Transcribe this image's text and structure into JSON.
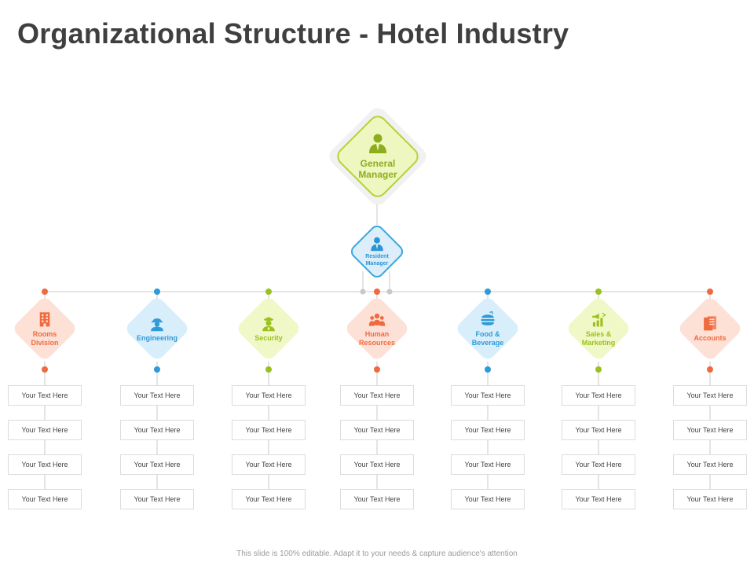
{
  "title": "Organizational Structure - Hotel Industry",
  "footer": "This slide is 100% editable. Adapt it to your needs & capture audience's attention",
  "top_node": {
    "label": "General Manager",
    "icon": "manager-icon",
    "fill": "#eef7bf",
    "border": "#b5d336",
    "text_color": "#8cae1c"
  },
  "second_node": {
    "label": "Resident Manager",
    "icon": "resident-manager-icon",
    "fill": "#dbeefa",
    "border": "#3aa6df",
    "text_color": "#2c96d3"
  },
  "departments": [
    {
      "label": "Rooms Division",
      "icon": "building-icon",
      "fill": "#fde0d6",
      "accent": "#ef6b3f",
      "items": [
        "Your Text Here",
        "Your Text Here",
        "Your Text Here",
        "Your Text Here"
      ]
    },
    {
      "label": "Engineering",
      "icon": "engineer-icon",
      "fill": "#d9eefb",
      "accent": "#2e9ad8",
      "items": [
        "Your Text Here",
        "Your Text Here",
        "Your Text Here",
        "Your Text Here"
      ]
    },
    {
      "label": "Security",
      "icon": "security-guard-icon",
      "fill": "#f0f8c8",
      "accent": "#9cc11d",
      "items": [
        "Your Text Here",
        "Your Text Here",
        "Your Text Here",
        "Your Text Here"
      ]
    },
    {
      "label": "Human Resources",
      "icon": "people-group-icon",
      "fill": "#fde0d6",
      "accent": "#ef6b3f",
      "items": [
        "Your Text Here",
        "Your Text Here",
        "Your Text Here",
        "Your Text Here"
      ]
    },
    {
      "label": "Food & Beverage",
      "icon": "food-icon",
      "fill": "#d9eefb",
      "accent": "#2e9ad8",
      "items": [
        "Your Text Here",
        "Your Text Here",
        "Your Text Here",
        "Your Text Here"
      ]
    },
    {
      "label": "Sales & Marketing",
      "icon": "megaphone-chart-icon",
      "fill": "#f0f8c8",
      "accent": "#9cc11d",
      "items": [
        "Your Text Here",
        "Your Text Here",
        "Your Text Here",
        "Your Text Here"
      ]
    },
    {
      "label": "Accounts",
      "icon": "ledger-icon",
      "fill": "#fde0d6",
      "accent": "#ef6b3f",
      "items": [
        "Your Text Here",
        "Your Text Here",
        "Your Text Here",
        "Your Text Here"
      ]
    }
  ]
}
